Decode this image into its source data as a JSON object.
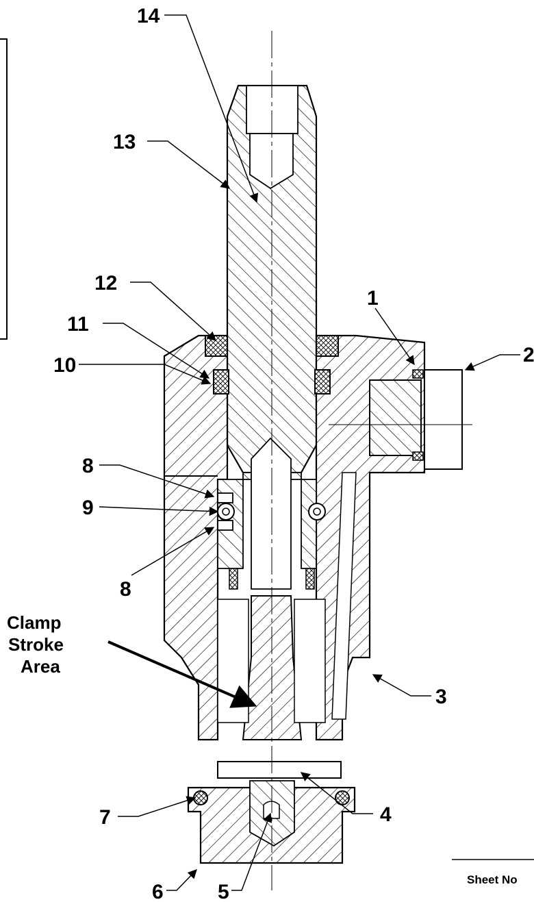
{
  "callouts": {
    "c1": "1",
    "c2": "2",
    "c3": "3",
    "c4": "4",
    "c5": "5",
    "c6": "6",
    "c7": "7",
    "c8a": "8",
    "c8b": "8",
    "c9": "9",
    "c10": "10",
    "c11": "11",
    "c12": "12",
    "c13": "13",
    "c14": "14"
  },
  "stroke_label": {
    "line1": "Clamp",
    "line2": "Stroke",
    "line3": "Area"
  },
  "sheet_label": "Sheet No"
}
